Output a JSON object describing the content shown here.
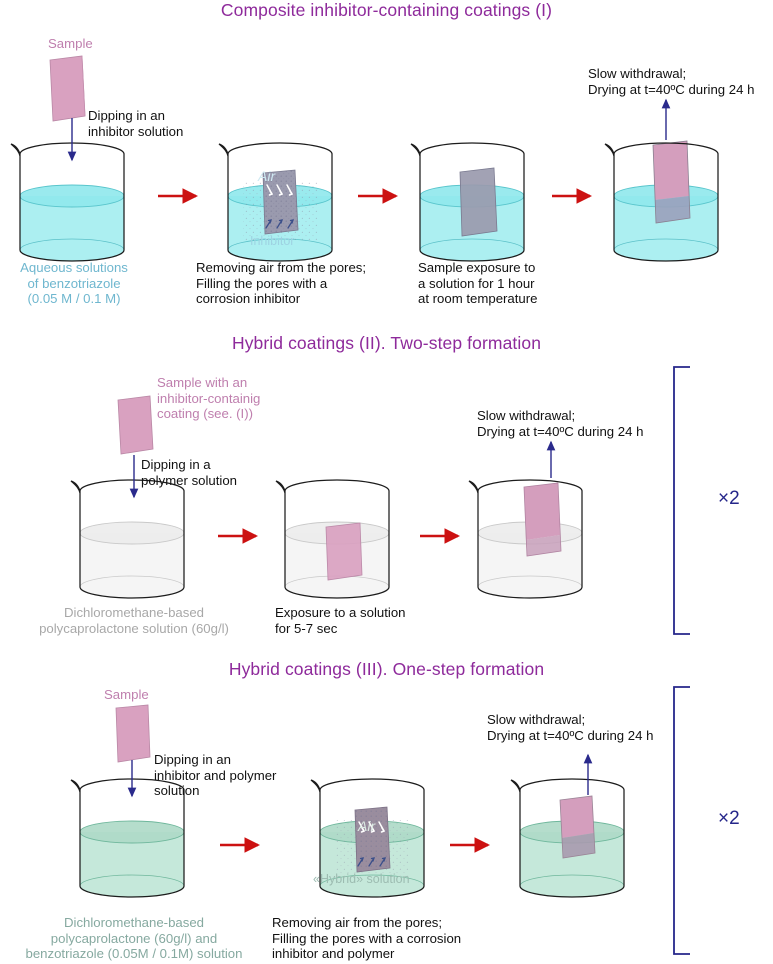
{
  "document": {
    "kind": "scientific-process-diagram",
    "title_color": "#8e2a9b",
    "arrow_red": "#cc1111",
    "arrow_blue": "#2a2a8c",
    "sample_pink": "#d9a1c0",
    "sample_gray": "#9a9aae",
    "liquid_cyan": "#a8eef0",
    "liquid_green": "#bfe6d6",
    "liquid_clear": "#f2f2f2"
  },
  "panels": [
    {
      "id": "panel-1",
      "title": "Composite inhibitor-containing coatings (I)",
      "sample_label": "Sample",
      "dip_label": "Dipping in an\ninhibitor solution",
      "withdraw_label": "Slow withdrawal;\nDrying at t=40ºC during 24 h",
      "beaker_label": "Aqueous solutions\nof benzotriazole\n(0.05 M / 0.1 M)",
      "inner_air_label": "Air",
      "inner_solution_label": "Inhibitor",
      "steps": [
        "Removing air from the pores;\nFilling the pores with a\ncorrosion inhibitor",
        "Sample exposure to\na solution for 1 hour\nat room temperature"
      ],
      "repeat": null
    },
    {
      "id": "panel-2",
      "title": "Hybrid coatings (II). Two-step formation",
      "sample_label": "Sample with an\ninhibitor-containig\ncoating (see. (I))",
      "dip_label": "Dipping in a\npolymer solution",
      "withdraw_label": "Slow withdrawal;\nDrying at t=40ºC during 24 h",
      "beaker_label": "Dichloromethane-based\npolycaprolactone solution (60g/l)",
      "inner_air_label": null,
      "inner_solution_label": null,
      "steps": [
        "Exposure to a solution\nfor 5-7 sec"
      ],
      "repeat": "×2"
    },
    {
      "id": "panel-3",
      "title": "Hybrid coatings (III). One-step formation",
      "sample_label": "Sample",
      "dip_label": "Dipping in an\ninhibitor and polymer\nsolution",
      "withdraw_label": "Slow withdrawal;\nDrying at t=40ºC during 24 h",
      "beaker_label": "Dichloromethane-based\npolycaprolactone (60g/l) and\nbenzotriazole (0.05M / 0.1M) solution",
      "inner_air_label": "Air",
      "inner_solution_label": "«Hybrid» solution",
      "steps": [
        "Removing air from the pores;\nFilling the pores with a corrosion\ninhibitor and polymer"
      ],
      "repeat": "×2"
    }
  ]
}
